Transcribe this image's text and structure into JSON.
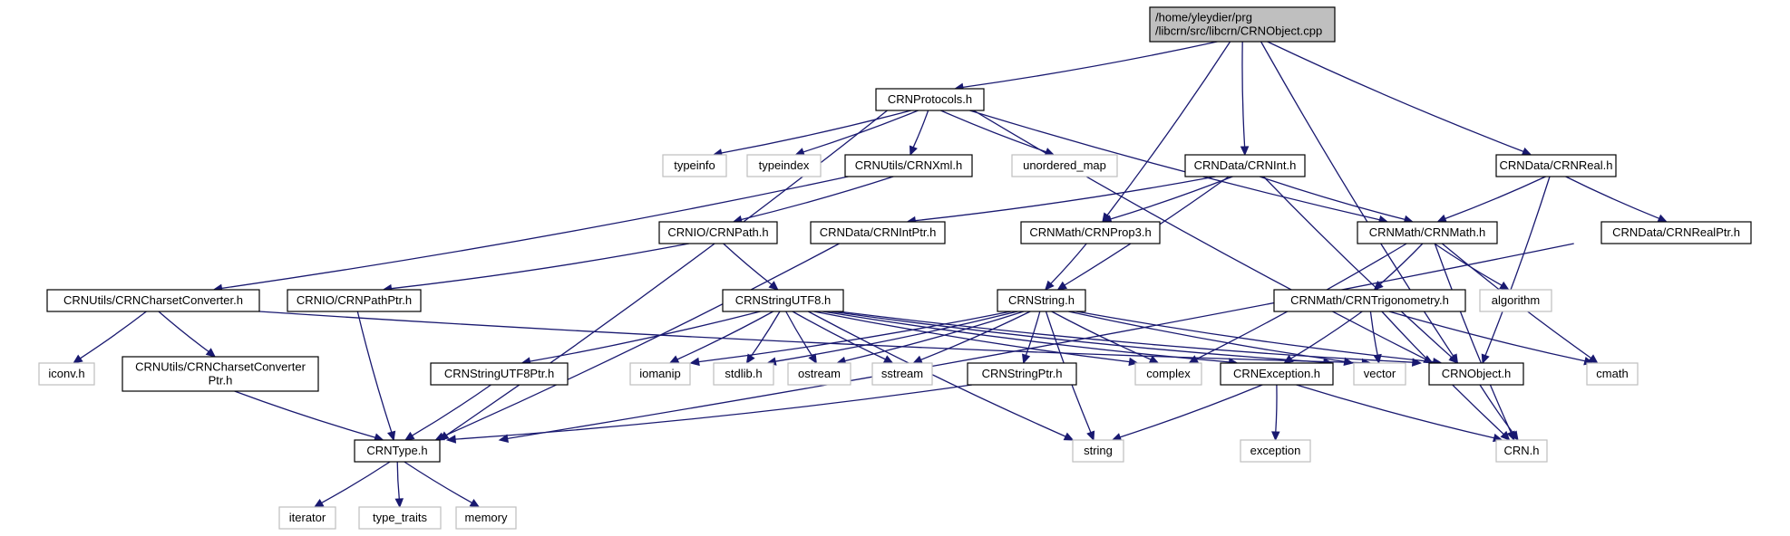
{
  "colors": {
    "edge": "#191970",
    "root_fill": "#bfbfbf",
    "local_border": "#000000",
    "external_border": "#bfbfbf",
    "background": "#ffffff"
  },
  "nodes": {
    "root": {
      "lines": [
        "/home/yleydier/prg",
        "/libcrn/src/libcrn/CRNObject.cpp"
      ],
      "kind": "root"
    },
    "protocols": {
      "lines": [
        "CRNProtocols.h"
      ],
      "kind": "local"
    },
    "typeinfo": {
      "lines": [
        "typeinfo"
      ],
      "kind": "external"
    },
    "typeindex": {
      "lines": [
        "typeindex"
      ],
      "kind": "external"
    },
    "crnxml": {
      "lines": [
        "CRNUtils/CRNXml.h"
      ],
      "kind": "local"
    },
    "unordered_map": {
      "lines": [
        "unordered_map"
      ],
      "kind": "external"
    },
    "crnint": {
      "lines": [
        "CRNData/CRNInt.h"
      ],
      "kind": "local"
    },
    "crnreal": {
      "lines": [
        "CRNData/CRNReal.h"
      ],
      "kind": "local"
    },
    "crnpath": {
      "lines": [
        "CRNIO/CRNPath.h"
      ],
      "kind": "local"
    },
    "crnintptr": {
      "lines": [
        "CRNData/CRNIntPtr.h"
      ],
      "kind": "local"
    },
    "crnprop3": {
      "lines": [
        "CRNMath/CRNProp3.h"
      ],
      "kind": "local"
    },
    "crnmath": {
      "lines": [
        "CRNMath/CRNMath.h"
      ],
      "kind": "local"
    },
    "crnrealptr": {
      "lines": [
        "CRNData/CRNRealPtr.h"
      ],
      "kind": "local"
    },
    "charsetconv": {
      "lines": [
        "CRNUtils/CRNCharsetConverter.h"
      ],
      "kind": "local"
    },
    "crnpathptr": {
      "lines": [
        "CRNIO/CRNPathPtr.h"
      ],
      "kind": "local"
    },
    "stringutf8": {
      "lines": [
        "CRNStringUTF8.h"
      ],
      "kind": "local"
    },
    "crnstring": {
      "lines": [
        "CRNString.h"
      ],
      "kind": "local"
    },
    "trigonometry": {
      "lines": [
        "CRNMath/CRNTrigonometry.h"
      ],
      "kind": "local"
    },
    "algorithm": {
      "lines": [
        "algorithm"
      ],
      "kind": "external"
    },
    "iconv": {
      "lines": [
        "iconv.h"
      ],
      "kind": "external"
    },
    "charsetconvptr": {
      "lines": [
        "CRNUtils/CRNCharsetConverter",
        "Ptr.h"
      ],
      "kind": "local"
    },
    "stringutf8ptr": {
      "lines": [
        "CRNStringUTF8Ptr.h"
      ],
      "kind": "local"
    },
    "iomanip": {
      "lines": [
        "iomanip"
      ],
      "kind": "external"
    },
    "stdlib": {
      "lines": [
        "stdlib.h"
      ],
      "kind": "external"
    },
    "ostream": {
      "lines": [
        "ostream"
      ],
      "kind": "external"
    },
    "sstream": {
      "lines": [
        "sstream"
      ],
      "kind": "external"
    },
    "stringptr": {
      "lines": [
        "CRNStringPtr.h"
      ],
      "kind": "local"
    },
    "complex": {
      "lines": [
        "complex"
      ],
      "kind": "external"
    },
    "exception_h": {
      "lines": [
        "CRNException.h"
      ],
      "kind": "local"
    },
    "vector": {
      "lines": [
        "vector"
      ],
      "kind": "external"
    },
    "crnobject": {
      "lines": [
        "CRNObject.h"
      ],
      "kind": "local"
    },
    "cmath": {
      "lines": [
        "cmath"
      ],
      "kind": "external"
    },
    "crntype": {
      "lines": [
        "CRNType.h"
      ],
      "kind": "local"
    },
    "string": {
      "lines": [
        "string"
      ],
      "kind": "external"
    },
    "exception": {
      "lines": [
        "exception"
      ],
      "kind": "external"
    },
    "crn": {
      "lines": [
        "CRN.h"
      ],
      "kind": "external"
    },
    "iterator": {
      "lines": [
        "iterator"
      ],
      "kind": "external"
    },
    "type_traits": {
      "lines": [
        "type_traits"
      ],
      "kind": "external"
    },
    "memory": {
      "lines": [
        "memory"
      ],
      "kind": "external"
    }
  },
  "edges": [
    [
      "root",
      "protocols"
    ],
    [
      "root",
      "crnint"
    ],
    [
      "root",
      "crnreal"
    ],
    [
      "root",
      "crnprop3"
    ],
    [
      "root",
      "crnobject"
    ],
    [
      "protocols",
      "typeinfo"
    ],
    [
      "protocols",
      "typeindex"
    ],
    [
      "protocols",
      "crnxml"
    ],
    [
      "protocols",
      "unordered_map"
    ],
    [
      "protocols",
      "crnmath"
    ],
    [
      "protocols",
      "crnobject"
    ],
    [
      "protocols",
      "crntype"
    ],
    [
      "crnxml",
      "crnpath"
    ],
    [
      "crnxml",
      "charsetconv"
    ],
    [
      "crnint",
      "crnintptr"
    ],
    [
      "crnint",
      "crnprop3"
    ],
    [
      "crnint",
      "crnmath"
    ],
    [
      "crnint",
      "crnstring"
    ],
    [
      "crnint",
      "crnobject"
    ],
    [
      "crnreal",
      "crnmath"
    ],
    [
      "crnreal",
      "crnrealptr"
    ],
    [
      "crnreal",
      "crnobject"
    ],
    [
      "crnpath",
      "crnpathptr"
    ],
    [
      "crnpath",
      "stringutf8"
    ],
    [
      "crnintptr",
      "crntype"
    ],
    [
      "crnprop3",
      "crnstring"
    ],
    [
      "crnmath",
      "complex"
    ],
    [
      "crnmath",
      "trigonometry"
    ],
    [
      "crnmath",
      "algorithm"
    ],
    [
      "crnmath",
      "cmath"
    ],
    [
      "crnmath",
      "crn"
    ],
    [
      "crnrealptr",
      "crntype"
    ],
    [
      "charsetconv",
      "iconv"
    ],
    [
      "charsetconv",
      "charsetconvptr"
    ],
    [
      "charsetconv",
      "crnobject"
    ],
    [
      "crnpathptr",
      "crntype"
    ],
    [
      "stringutf8",
      "stringutf8ptr"
    ],
    [
      "stringutf8",
      "iomanip"
    ],
    [
      "stringutf8",
      "stdlib"
    ],
    [
      "stringutf8",
      "ostream"
    ],
    [
      "stringutf8",
      "sstream"
    ],
    [
      "stringutf8",
      "string"
    ],
    [
      "stringutf8",
      "complex"
    ],
    [
      "stringutf8",
      "exception_h"
    ],
    [
      "stringutf8",
      "vector"
    ],
    [
      "stringutf8",
      "crnobject"
    ],
    [
      "crnstring",
      "iomanip"
    ],
    [
      "crnstring",
      "stdlib"
    ],
    [
      "crnstring",
      "ostream"
    ],
    [
      "crnstring",
      "sstream"
    ],
    [
      "crnstring",
      "stringptr"
    ],
    [
      "crnstring",
      "string"
    ],
    [
      "crnstring",
      "complex"
    ],
    [
      "crnstring",
      "vector"
    ],
    [
      "crnstring",
      "crnobject"
    ],
    [
      "trigonometry",
      "exception_h"
    ],
    [
      "trigonometry",
      "vector"
    ],
    [
      "trigonometry",
      "cmath"
    ],
    [
      "trigonometry",
      "crn"
    ],
    [
      "charsetconvptr",
      "crntype"
    ],
    [
      "stringutf8ptr",
      "crntype"
    ],
    [
      "stringptr",
      "crntype"
    ],
    [
      "exception_h",
      "string"
    ],
    [
      "exception_h",
      "exception"
    ],
    [
      "exception_h",
      "crn"
    ],
    [
      "crnobject",
      "crn"
    ],
    [
      "crntype",
      "iterator"
    ],
    [
      "crntype",
      "type_traits"
    ],
    [
      "crntype",
      "memory"
    ]
  ]
}
